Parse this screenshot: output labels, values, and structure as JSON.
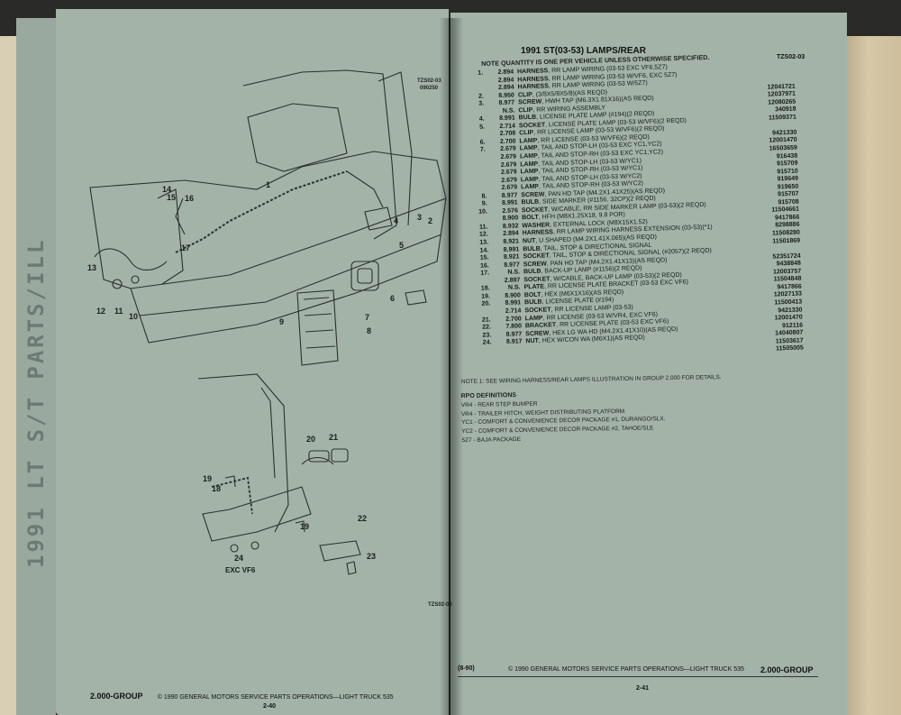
{
  "left_strip_text": "1991 LT S/T PARTS/ILL",
  "left_page": {
    "code_top": "TZS02-03",
    "code_top_sub": "090250",
    "code_bottom": "TZS02-03",
    "callouts": [
      "1",
      "2",
      "3",
      "4",
      "5",
      "6",
      "7",
      "8",
      "9",
      "10",
      "11",
      "12",
      "13",
      "14",
      "15",
      "16",
      "17",
      "18",
      "19",
      "20",
      "21",
      "22",
      "23",
      "24",
      "19"
    ],
    "diagram_label": "EXC VF6",
    "footer_group": "2.000-GROUP",
    "footer_copyright": "© 1990  GENERAL MOTORS SERVICE PARTS OPERATIONS—LIGHT TRUCK 535",
    "footer_page": "2-40"
  },
  "right_page": {
    "title": "1991 ST(03-53) LAMPS/REAR",
    "code": "TZS02-03",
    "note_top": "NOTE  QUANTITY IS ONE PER VEHICLE UNLESS OTHERWISE SPECIFIED.",
    "parts": [
      {
        "no": "1.",
        "grp": "2.894",
        "name": "HARNESS",
        "desc": ", RR LAMP WIRING (03-53 EXC VF6,5Z7)",
        "num": ""
      },
      {
        "no": "",
        "grp": "2.894",
        "name": "HARNESS",
        "desc": ", RR LAMP WIRING (03-53 W/VF6, EXC 5Z7)",
        "num": ""
      },
      {
        "no": "",
        "grp": "2.894",
        "name": "HARNESS",
        "desc": ", RR LAMP WIRING (03-53 W/5Z7)",
        "num": ""
      },
      {
        "no": "2.",
        "grp": "8.950",
        "name": "CLIP",
        "desc": ", (3/8X5/8X5/8)(AS REQD)",
        "num": "12041721"
      },
      {
        "no": "3.",
        "grp": "8.977",
        "name": "SCREW",
        "desc": ", HWH TAP (M6.3X1.81X16)(AS REQD)",
        "num": "12037971"
      },
      {
        "no": "",
        "grp": "N.S.",
        "name": "CLIP",
        "desc": ", RR WIRING ASSEMBLY",
        "num": "12080265"
      },
      {
        "no": "4.",
        "grp": "8.991",
        "name": "BULB",
        "desc": ", LICENSE PLATE LAMP (#194)(2 REQD)",
        "num": "340918"
      },
      {
        "no": "5.",
        "grp": "2.714",
        "name": "SOCKET",
        "desc": ", LICENSE PLATE LAMP (03-53 W/VF6)(2 REQD)",
        "num": "11509371"
      },
      {
        "no": "",
        "grp": "2.708",
        "name": "CLIP",
        "desc": ", RR LICENSE LAMP (03-53 W/VF6)(2 REQD)",
        "num": ""
      },
      {
        "no": "6.",
        "grp": "2.700",
        "name": "LAMP",
        "desc": ", RR LICENSE (03-53 W/VF6)(2 REQD)",
        "num": "9421330"
      },
      {
        "no": "7.",
        "grp": "2.679",
        "name": "LAMP",
        "desc": ", TAIL AND STOP-LH (03-53 EXC YC1,YC2)",
        "num": "12001470"
      },
      {
        "no": "",
        "grp": "2.679",
        "name": "LAMP",
        "desc": ", TAIL AND STOP-RH (03-53 EXC YC1,YC2)",
        "num": "16503659"
      },
      {
        "no": "",
        "grp": "2.679",
        "name": "LAMP",
        "desc": ", TAIL AND STOP-LH (03-53 W/YC1)",
        "num": "916438"
      },
      {
        "no": "",
        "grp": "2.679",
        "name": "LAMP",
        "desc": ", TAIL AND STOP-RH (03-53 W/YC1)",
        "num": "915709"
      },
      {
        "no": "",
        "grp": "2.679",
        "name": "LAMP",
        "desc": ", TAIL AND STOP-LH (03-53 W/YC2)",
        "num": "915710"
      },
      {
        "no": "",
        "grp": "2.679",
        "name": "LAMP",
        "desc": ", TAIL AND STOP-RH (03-53 W/YC2)",
        "num": "919649"
      },
      {
        "no": "8.",
        "grp": "8.977",
        "name": "SCREW",
        "desc": ", PAN HD TAP (M4.2X1.41X25)(AS REQD)",
        "num": "919650"
      },
      {
        "no": "9.",
        "grp": "8.991",
        "name": "BULB",
        "desc": ", SIDE MARKER (#1156, 32CP)(2 REQD)",
        "num": "915707"
      },
      {
        "no": "10.",
        "grp": "2.576",
        "name": "SOCKET",
        "desc": ", W/CABLE, RR SIDE MARKER LAMP (03-53)(2 REQD)",
        "num": "915708"
      },
      {
        "no": "",
        "grp": "8.900",
        "name": "BOLT",
        "desc": ", HFH (M8X1.25X18, 9.8 POR)",
        "num": "11504661"
      },
      {
        "no": "11.",
        "grp": "8.932",
        "name": "WASHER",
        "desc": ", EXTERNAL LOCK (M8X15X1.52)",
        "num": "9417866"
      },
      {
        "no": "12.",
        "grp": "2.894",
        "name": "HARNESS",
        "desc": ", RR LAMP WIRING HARNESS EXTENSION (03-53)(*1)",
        "num": "8298886"
      },
      {
        "no": "13.",
        "grp": "8.921",
        "name": "NUT",
        "desc": ", U SHAPED (M4.2X1.41X.065)(AS REQD)",
        "num": "11508280"
      },
      {
        "no": "14.",
        "grp": "8.991",
        "name": "BULB",
        "desc": ", TAIL, STOP & DIRECTIONAL SIGNAL",
        "num": "11501869"
      },
      {
        "no": "15.",
        "grp": "8.921",
        "name": "SOCKET",
        "desc": ", TAIL, STOP & DIRECTIONAL SIGNAL (#2057)(2 REQD)",
        "num": ""
      },
      {
        "no": "16.",
        "grp": "8.977",
        "name": "SCREW",
        "desc": ", PAN HD TAP (M4.2X1.41X13)(AS REQD)",
        "num": "52351724"
      },
      {
        "no": "17.",
        "grp": "N.S.",
        "name": "BULB",
        "desc": ", BACK-UP LAMP (#1156)(2 REQD)",
        "num": "9438848"
      },
      {
        "no": "",
        "grp": "2.897",
        "name": "SOCKET",
        "desc": ", W/CABLE, BACK-UP LAMP (03-53)(2 REQD)",
        "num": "12003757"
      },
      {
        "no": "18.",
        "grp": "N.S.",
        "name": "PLATE",
        "desc": ", RR LICENSE PLATE BRACKET (03-53 EXC VF6)",
        "num": "11504848"
      },
      {
        "no": "19.",
        "grp": "8.900",
        "name": "BOLT",
        "desc": ", HEX (M6X1X16)(AS REQD)",
        "num": "9417866"
      },
      {
        "no": "20.",
        "grp": "8.991",
        "name": "BULB",
        "desc": ", LICENSE PLATE (#194)",
        "num": "12027133"
      },
      {
        "no": "",
        "grp": "2.714",
        "name": "SOCKET",
        "desc": ", RR LICENSE LAMP (03-53)",
        "num": "11500413"
      },
      {
        "no": "21.",
        "grp": "2.700",
        "name": "LAMP",
        "desc": ", RR LICENSE (03-53 W/VR4, EXC VF6)",
        "num": "9421330"
      },
      {
        "no": "22.",
        "grp": "7.800",
        "name": "BRACKET",
        "desc": ", RR LICENSE PLATE (03-53 EXC VF6)",
        "num": "12001470"
      },
      {
        "no": "23.",
        "grp": "8.977",
        "name": "SCREW",
        "desc": ", HEX LG WA HD (M4.2X1.41X10)(AS REQD)",
        "num": "912116"
      },
      {
        "no": "24.",
        "grp": "8.917",
        "name": "NUT",
        "desc": ", HEX W/CON WA (M6X1)(AS REQD)",
        "num": "14040807"
      },
      {
        "no": "",
        "grp": "",
        "name": "",
        "desc": "",
        "num": "11503617"
      },
      {
        "no": "",
        "grp": "",
        "name": "",
        "desc": "",
        "num": "11505005"
      }
    ],
    "note_bottom": "NOTE 1: SEE WIRING HARNESS/REAR LAMPS ILLUSTRATION IN GROUP 2.000 FOR DETAILS.",
    "rpo_title": "RPO DEFINITIONS",
    "rpo": [
      "VR4 - REAR STEP BUMPER",
      "VR4 - TRAILER HITCH, WEIGHT DISTRIBUTING PLATFORM",
      "YC1 - COMFORT & CONVENIENCE DECOR PACKAGE #1, DURANGO/SLX.",
      "YC2 - COMFORT & CONVENIENCE DECOR PACKAGE #2, TAHOE/SLE",
      "5Z7 - BAJA PACKAGE"
    ],
    "footer_left": "(8-90)",
    "footer_copyright": "©  1990  GENERAL MOTORS SERVICE PARTS OPERATIONS—LIGHT TRUCK 535",
    "footer_group": "2.000-GROUP",
    "footer_page": "2-41"
  }
}
